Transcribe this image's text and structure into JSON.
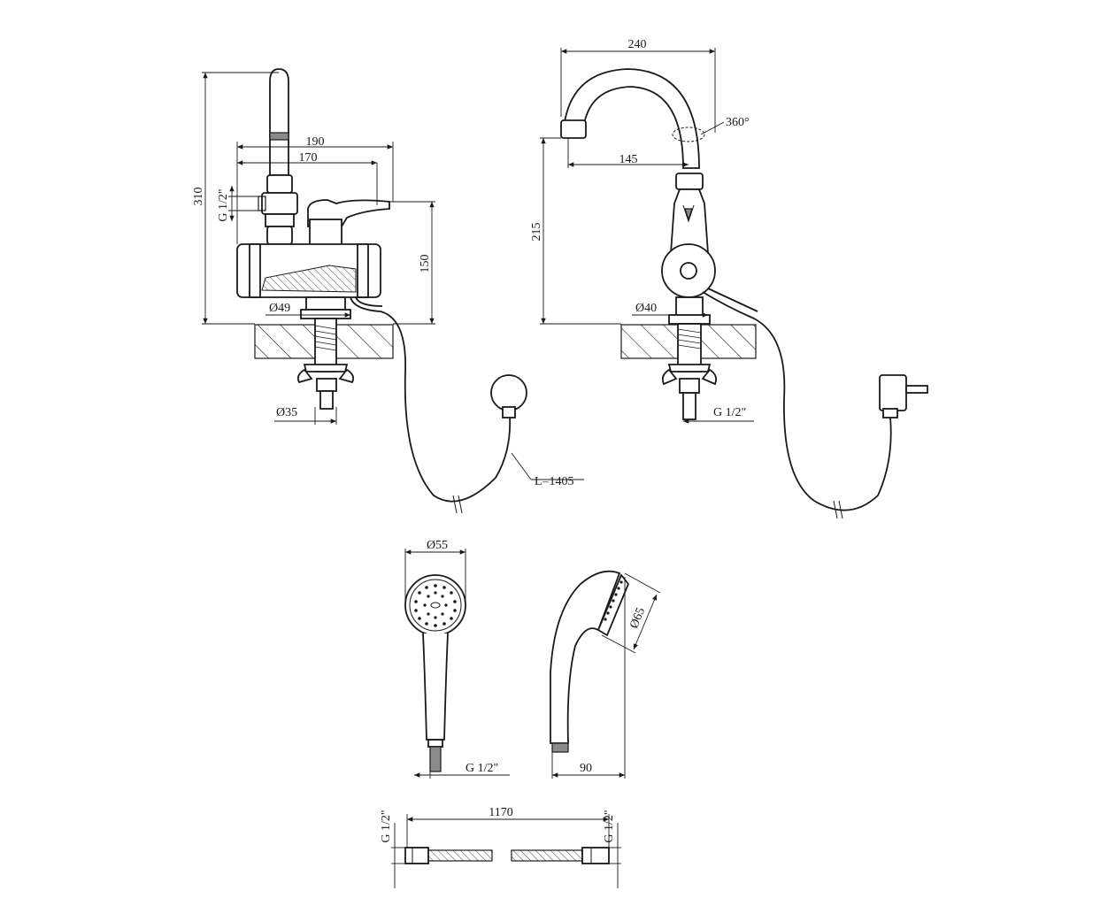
{
  "views": {
    "side": {
      "dim_height_total": "310",
      "dim_width_outer": "190",
      "dim_width_inner": "170",
      "dim_thread": "G 1/2\"",
      "dim_height_body": "150",
      "dim_base_diameter": "Ø49",
      "dim_bolt_diameter": "Ø35",
      "dim_cable_length": "L=1405"
    },
    "front": {
      "dim_spout_reach": "240",
      "dim_rotation": "360°",
      "dim_spout_inner": "145",
      "dim_height": "215",
      "dim_base_diameter": "Ø40",
      "dim_thread": "G 1/2\""
    },
    "shower_head_front": {
      "dim_diameter": "Ø55",
      "dim_thread": "G 1/2\""
    },
    "shower_head_side": {
      "dim_diameter": "Ø65",
      "dim_depth": "90"
    },
    "hose": {
      "dim_length": "1170",
      "dim_thread_left": "G 1/2\"",
      "dim_thread_right": "G 1/2\""
    }
  }
}
